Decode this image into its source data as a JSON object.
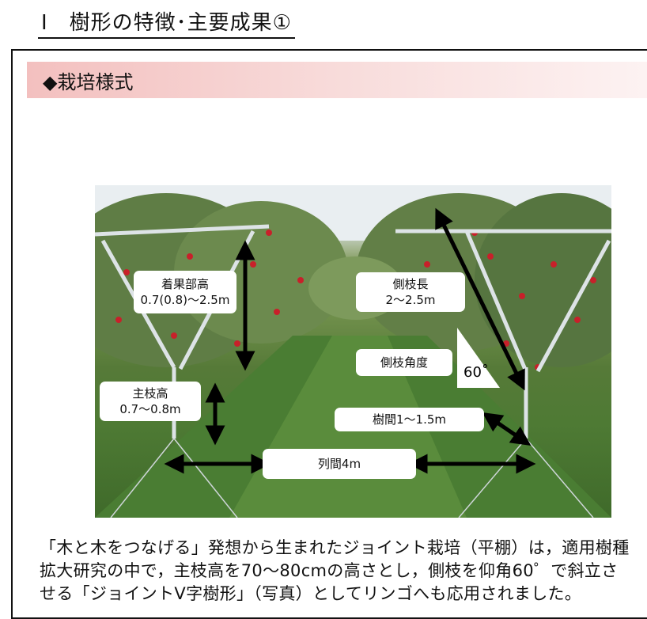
{
  "page": {
    "title": "Ⅰ　樹形の特徴･主要成果①",
    "section_header": "◆栽培様式"
  },
  "photo": {
    "labels": {
      "fruit_height_title": "着果部高",
      "fruit_height_value": "0.7(0.8)〜2.5m",
      "main_branch_title": "主枝高",
      "main_branch_value": "0.7〜0.8m",
      "side_branch_len_title": "側枝長",
      "side_branch_len_value": "2〜2.5m",
      "side_branch_angle": "側枝角度",
      "angle_value": "60˚",
      "tree_spacing": "樹間1〜1.5m",
      "row_spacing": "列間4m"
    }
  },
  "body": {
    "line1": "「木と木をつなげる」発想から生まれたジョイント栽培（平棚）は，適用樹種",
    "line2": "拡大研究の中で，主枝高を70〜80cmの高さとし，側枝を仰角60゜で斜立さ",
    "line3": "せる「ジョイントV字樹形」（写真）としてリンゴへも応用されました。"
  }
}
